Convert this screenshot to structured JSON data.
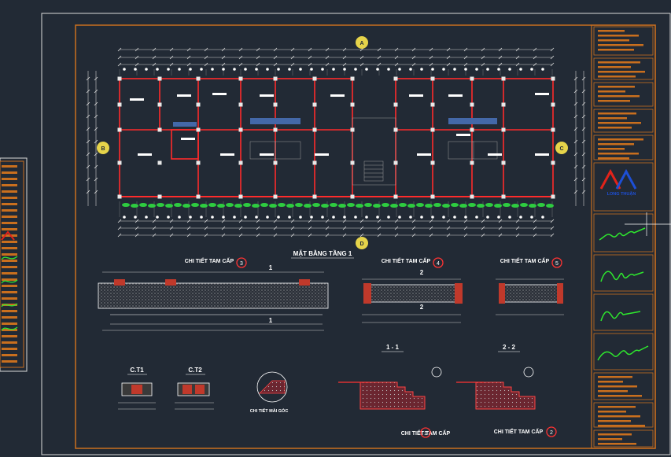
{
  "drawing": {
    "main_plan_title": "MẶT BẰNG TẦNG 1",
    "details": [
      {
        "title": "CHI TIẾT TAM CẤP",
        "marker": "3"
      },
      {
        "title": "CHI TIẾT TAM CẤP",
        "marker": "4"
      },
      {
        "title": "CHI TIẾT TAM CẤP",
        "marker": "5"
      },
      {
        "title": "CHI TIẾT TAM CẤP",
        "marker": "1"
      },
      {
        "title": "CHI TIẾT TAM CẤP",
        "marker": "2"
      }
    ],
    "sections": [
      "1",
      "2",
      "2",
      "1",
      "1 - 1",
      "2 - 2"
    ],
    "column_types": [
      "C.T1",
      "C.T2"
    ],
    "corner_detail": "CHI TIẾT MÀI GÓC",
    "axis_labels": [
      "A",
      "B",
      "C",
      "D"
    ]
  },
  "title_block": {
    "logo_text": "LONG THUẬN",
    "signature_count": 4
  },
  "colors": {
    "background": "#222a35",
    "frame": "#c96f1e",
    "walls": "#ff2b2b",
    "title_block": "#c96f1e",
    "signature": "#2ee82e",
    "logo_red": "#e2231a",
    "logo_blue": "#1d4fd6"
  }
}
